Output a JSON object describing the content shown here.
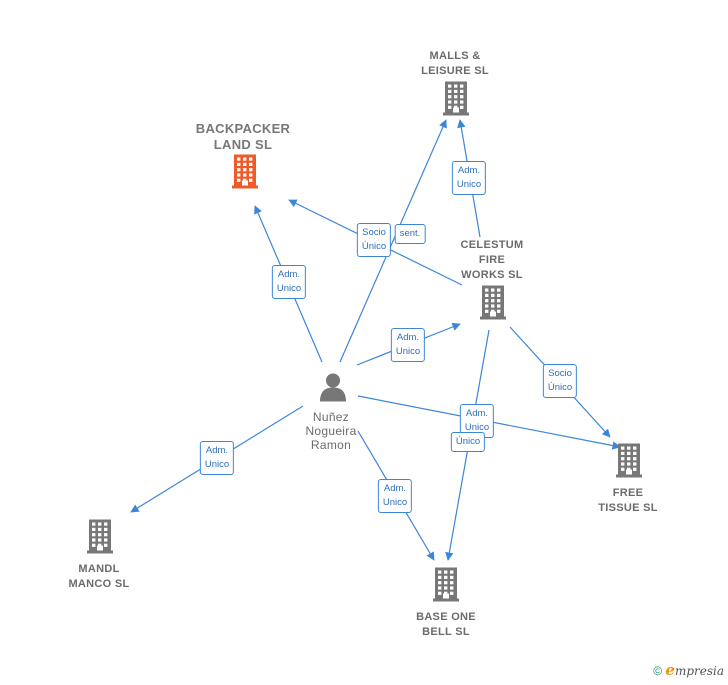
{
  "nodes": [
    {
      "id": "backpacker",
      "label": "BACKPACKER\nLAND  SL",
      "type": "company",
      "color": "#f05a28",
      "focus": true
    },
    {
      "id": "malls",
      "label": "MALLS &\nLEISURE  SL",
      "type": "company",
      "color": "#777777"
    },
    {
      "id": "celestum",
      "label": "CELESTUM\nFIRE\nWORKS  SL",
      "type": "company",
      "color": "#777777"
    },
    {
      "id": "person",
      "label": "Nuñez\nNogueira\nRamon",
      "type": "person",
      "color": "#777777"
    },
    {
      "id": "free",
      "label": "FREE\nTISSUE  SL",
      "type": "company",
      "color": "#777777"
    },
    {
      "id": "mandl",
      "label": "MANDL\nMANCO  SL",
      "type": "company",
      "color": "#777777"
    },
    {
      "id": "baseone",
      "label": "BASE ONE\nBELL  SL",
      "type": "company",
      "color": "#777777"
    }
  ],
  "edges": [
    {
      "from": "person",
      "to": "backpacker",
      "label": "Adm.\nUnico"
    },
    {
      "from": "person",
      "to": "malls",
      "label": "Socio\nÚnico"
    },
    {
      "from": "celestum",
      "to": "backpacker",
      "label": "sent."
    },
    {
      "from": "celestum",
      "to": "malls",
      "label": "Adm.\nUnico"
    },
    {
      "from": "person",
      "to": "celestum",
      "label": "Adm.\nUnico"
    },
    {
      "from": "celestum",
      "to": "free",
      "label": "Socio\nÚnico"
    },
    {
      "from": "person",
      "to": "free",
      "label": "Adm.\nUnico"
    },
    {
      "from": "celestum",
      "to": "baseone",
      "label": "Único"
    },
    {
      "from": "person",
      "to": "mandl",
      "label": "Adm.\nUnico"
    },
    {
      "from": "person",
      "to": "baseone",
      "label": "Adm.\nUnico"
    }
  ],
  "colors": {
    "edge": "#3b86d6",
    "company": "#777777",
    "focus": "#f05a28"
  },
  "footer": {
    "copyright": "©",
    "brand_initial": "e",
    "brand_rest": "mpresia"
  }
}
